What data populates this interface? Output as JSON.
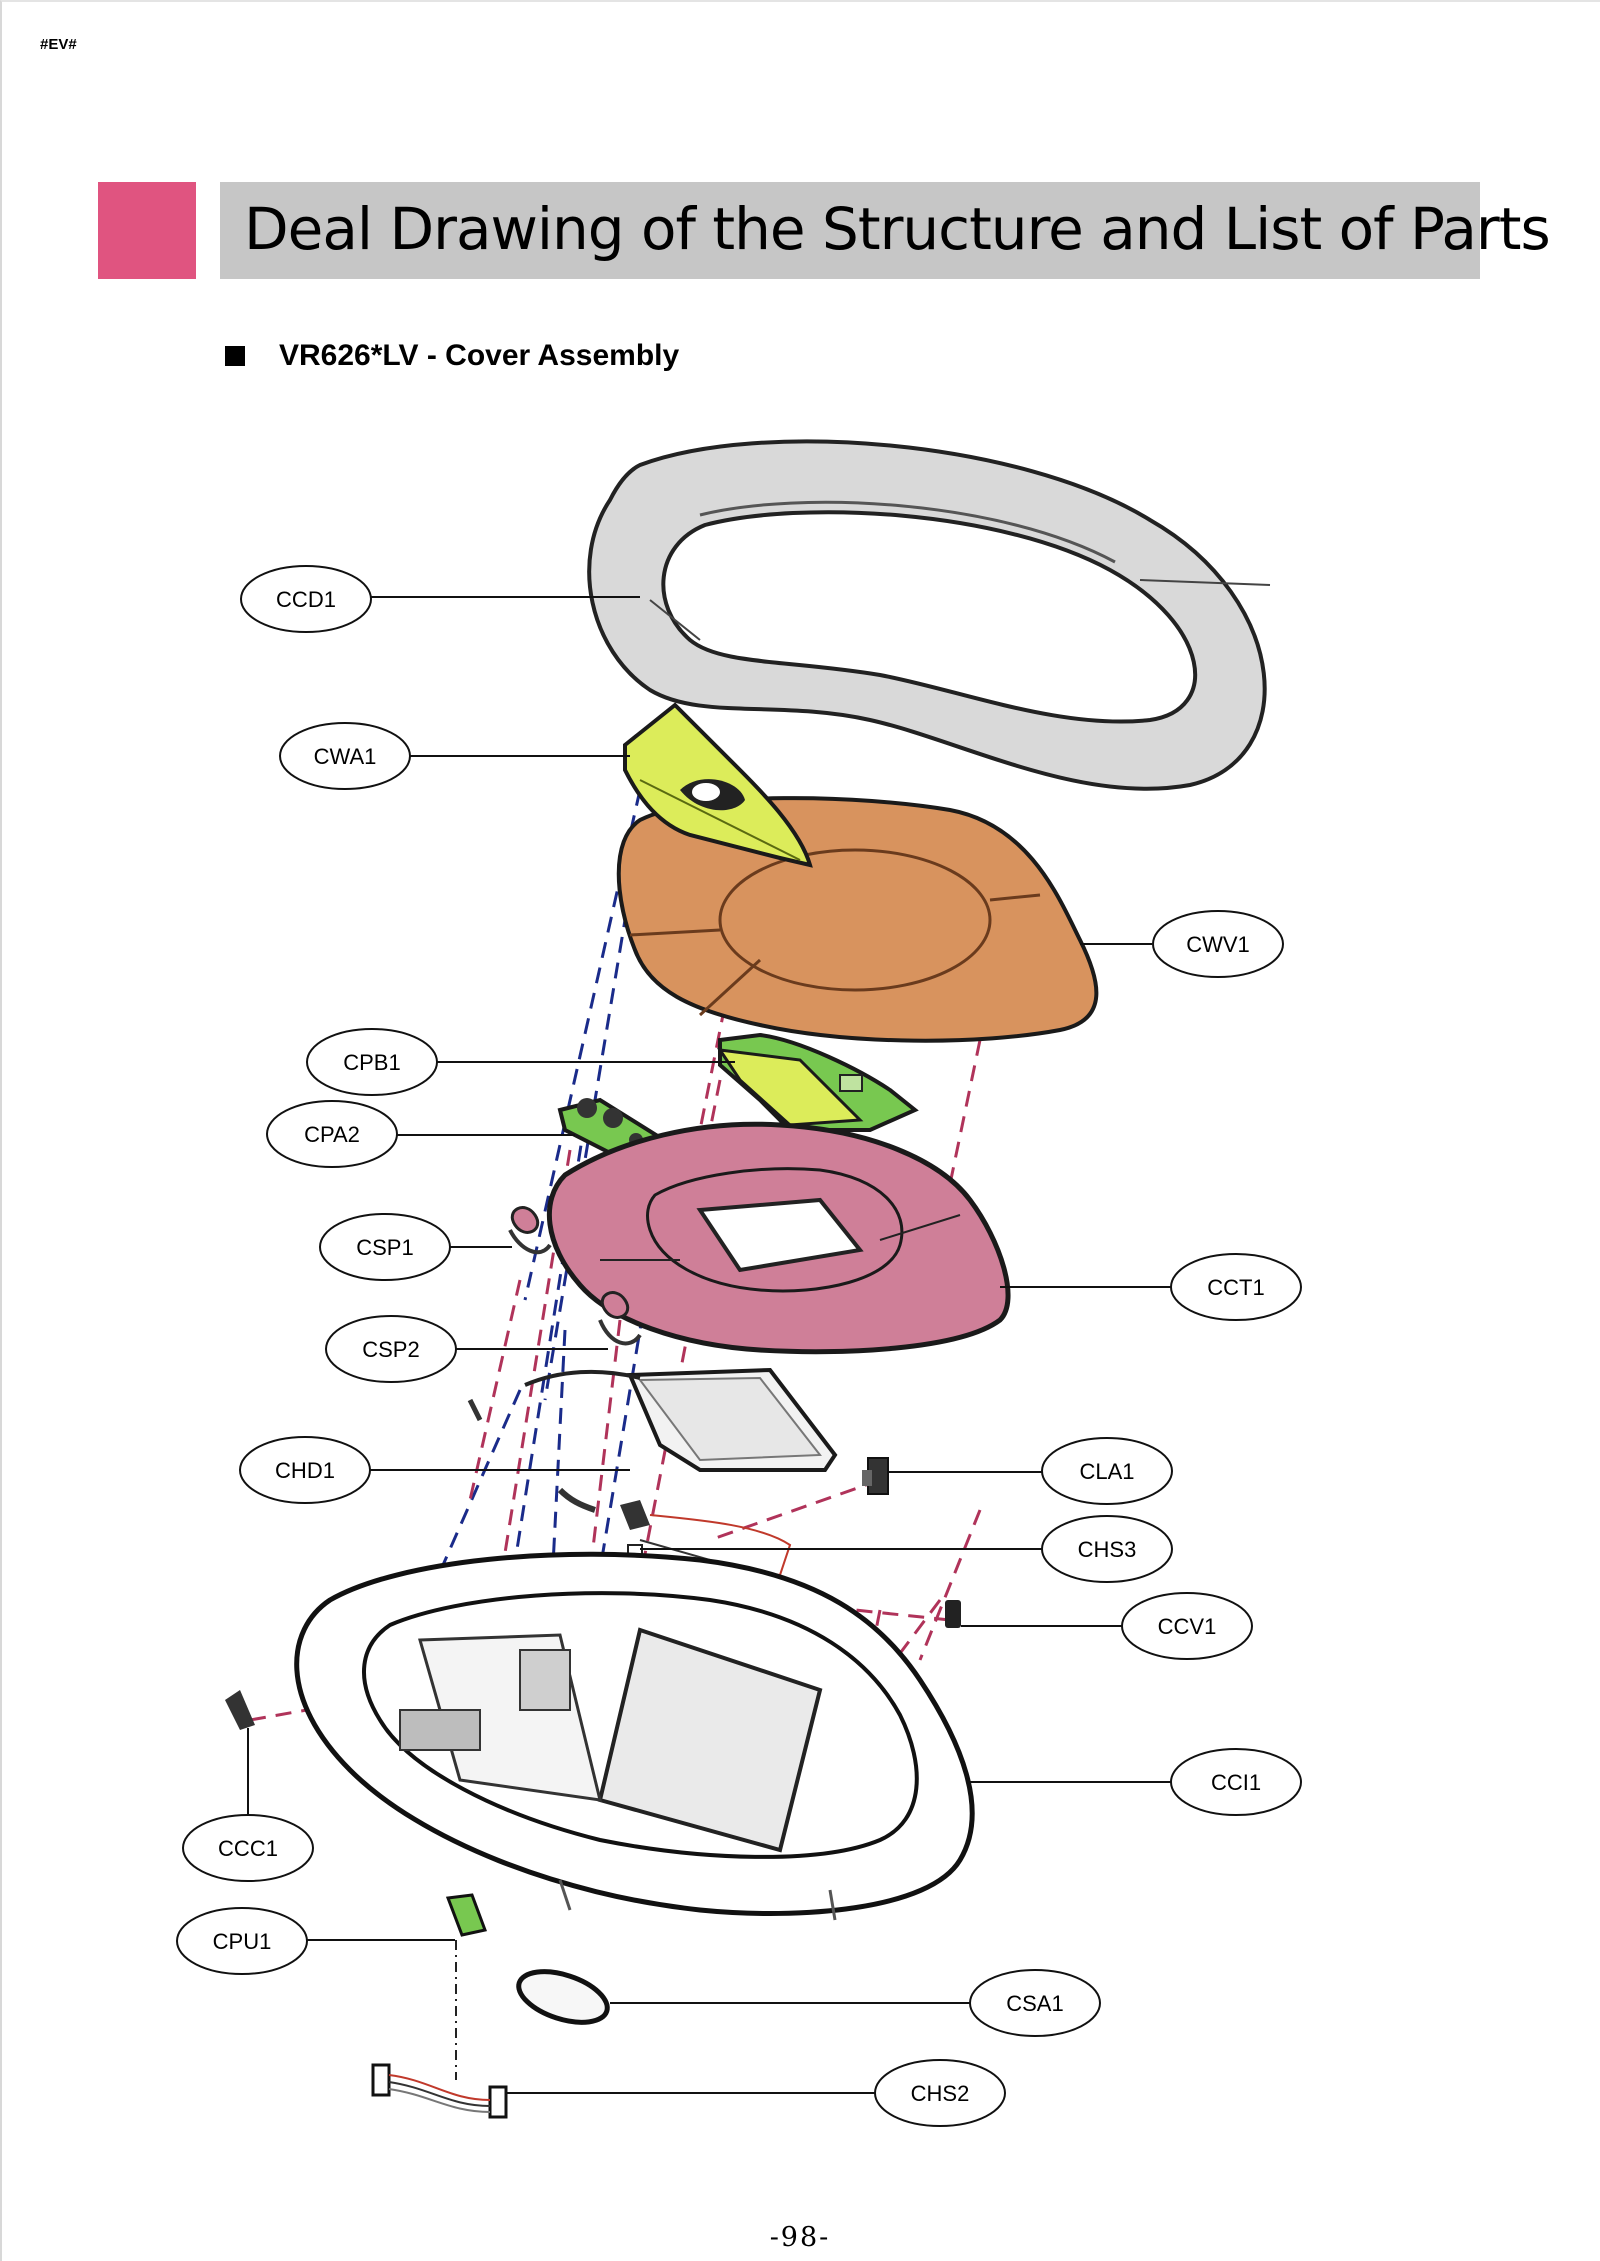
{
  "page": {
    "tag": "#EV#",
    "title": "Deal Drawing of the Structure and List of Parts",
    "section_heading": "VR626*LV - Cover Assembly",
    "page_number": "-98-"
  },
  "colors": {
    "title_accent": "#e05480",
    "title_bar": "#c6c6c6",
    "top_ring": "#d9d9d9",
    "window_cover": "#d8935e",
    "button_cover": "#dcec5a",
    "pcb": "#78c850",
    "cover_tray": "#cf7f98",
    "leader_dash_blue": "#1a2b8a",
    "leader_dash_red": "#b0335a"
  },
  "parts": [
    {
      "code": "CCD1",
      "component": "top-ring-icon"
    },
    {
      "code": "CWA1",
      "component": "button-cover-icon"
    },
    {
      "code": "CWV1",
      "component": "window-cover-icon"
    },
    {
      "code": "CPB1",
      "component": "main-pcb-icon"
    },
    {
      "code": "CPA2",
      "component": "sub-pcb-icon"
    },
    {
      "code": "CSP1",
      "component": "spring-icon"
    },
    {
      "code": "CCT1",
      "component": "cover-tray-icon"
    },
    {
      "code": "CSP2",
      "component": "spring-icon"
    },
    {
      "code": "CHD1",
      "component": "hinge-plate-icon"
    },
    {
      "code": "CLA1",
      "component": "latch-icon"
    },
    {
      "code": "CHS3",
      "component": "wire-harness-icon"
    },
    {
      "code": "CCV1",
      "component": "connector-icon"
    },
    {
      "code": "CCI1",
      "component": "inner-cover-icon"
    },
    {
      "code": "CCC1",
      "component": "cable-clamp-icon"
    },
    {
      "code": "CPU1",
      "component": "pcb-unit-icon"
    },
    {
      "code": "CSA1",
      "component": "seal-ring-icon"
    },
    {
      "code": "CHS2",
      "component": "wire-harness-icon"
    }
  ]
}
